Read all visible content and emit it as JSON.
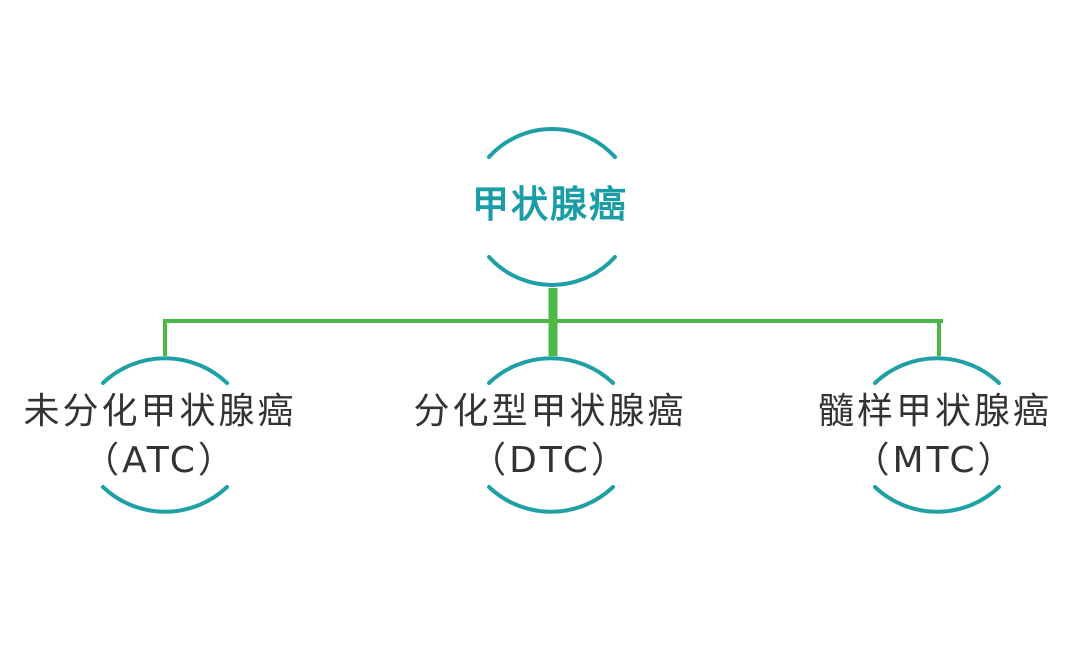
{
  "colors": {
    "arc": "#1f9fa6",
    "connector": "#4cb847",
    "root_text": "#1a9da6",
    "child_text": "#333333"
  },
  "root": {
    "label": "甲状腺癌"
  },
  "children": [
    {
      "id": "atc",
      "name": "未分化甲状腺癌",
      "abbr": "（ATC）"
    },
    {
      "id": "dtc",
      "name": "分化型甲状腺癌",
      "abbr": "（DTC）"
    },
    {
      "id": "mtc",
      "name": "髓样甲状腺癌",
      "abbr": "（MTC）"
    }
  ]
}
